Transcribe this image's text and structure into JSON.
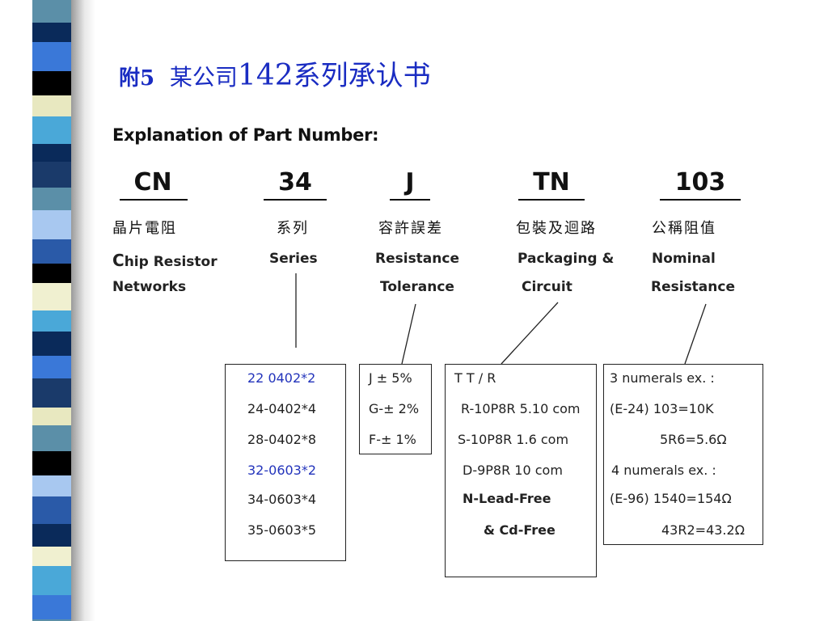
{
  "slide": {
    "title_prefix": "附5",
    "title_company": "某公司",
    "title_number": "142",
    "title_suffix": "系列承认书",
    "heading": "Explanation of Part Number:"
  },
  "parts": [
    {
      "code": "CN",
      "cn": "晶片電阻",
      "en1_initial": "C",
      "en1_rest": "hip Resistor",
      "en2": "Networks"
    },
    {
      "code": "34",
      "cn": "系列",
      "en1": "Series",
      "en2": ""
    },
    {
      "code": "J",
      "cn": "容許誤差",
      "en1": "Resistance",
      "en2": "Tolerance"
    },
    {
      "code": "TN",
      "cn": "包裝及迴路",
      "en1": "Packaging &",
      "en2": "Circuit"
    },
    {
      "code": "103",
      "cn": "公稱阻值",
      "en1": "Nominal",
      "en2": "Resistance"
    }
  ],
  "series_box": [
    "22 0402*2",
    "24-0402*4",
    "28-0402*8",
    "32-0603*2",
    "34-0603*4",
    "35-0603*5"
  ],
  "tolerance_box": [
    "J ± 5%",
    "G-± 2%",
    "F-± 1%"
  ],
  "packaging_box": [
    "T  T / R",
    "R-10P8R 5.10 com",
    "S-10P8R 1.6 com",
    "D-9P8R   10 com",
    "N-Lead-Free",
    "& Cd-Free"
  ],
  "resistance_box": [
    "3   numerals ex. :",
    "(E-24) 103=10K",
    "5R6=5.6Ω",
    "4   numerals ex. :",
    "(E-96) 1540=154Ω",
    "43R2=43.2Ω"
  ],
  "colors": {
    "title": "#1a2cc2",
    "series_highlight": "#2233bb",
    "stripe": [
      "#5b8fa8",
      "#0a2a5a",
      "#3a78d8",
      "#000000",
      "#e8e8c0",
      "#4aa8d8",
      "#1a3a6a",
      "#a8c8f0",
      "#2a5aa8",
      "#f0f0d0"
    ]
  }
}
